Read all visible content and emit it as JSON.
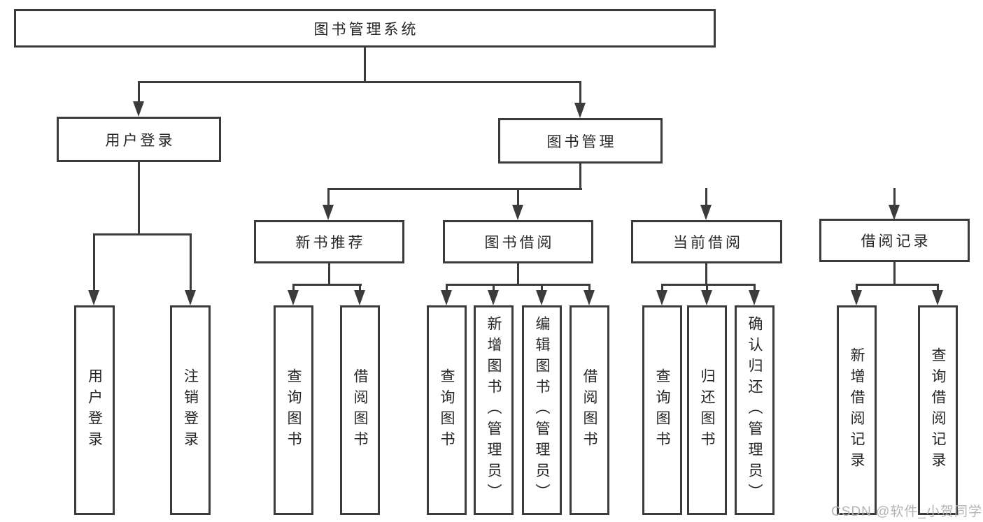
{
  "colors": {
    "line": "#3b3b3b",
    "text": "#262626",
    "background": "#ffffff",
    "watermark": "#b5b3b3"
  },
  "diagram": {
    "root": {
      "label": "图书管理系统"
    },
    "level2": {
      "user_login": {
        "label": "用户登录"
      },
      "book_mgmt": {
        "label": "图书管理"
      }
    },
    "level3": {
      "new_books": {
        "label": "新书推荐"
      },
      "book_borrow": {
        "label": "图书借阅"
      },
      "current_borrow": {
        "label": "当前借阅"
      },
      "borrow_records": {
        "label": "借阅记录"
      }
    },
    "leaves": {
      "user_login": [
        "用户登录",
        "注销登录"
      ],
      "new_books": [
        "查询图书",
        "借阅图书"
      ],
      "book_borrow": [
        "查询图书",
        "新增图书（管理员）",
        "编辑图书（管理员）",
        "借阅图书"
      ],
      "current_borrow": [
        "查询图书",
        "归还图书",
        "确认归还（管理员）"
      ],
      "borrow_records": [
        "新增借阅记录",
        "查询借阅记录"
      ]
    }
  },
  "watermark": {
    "text": "CSDN @软件_小贺同学"
  }
}
